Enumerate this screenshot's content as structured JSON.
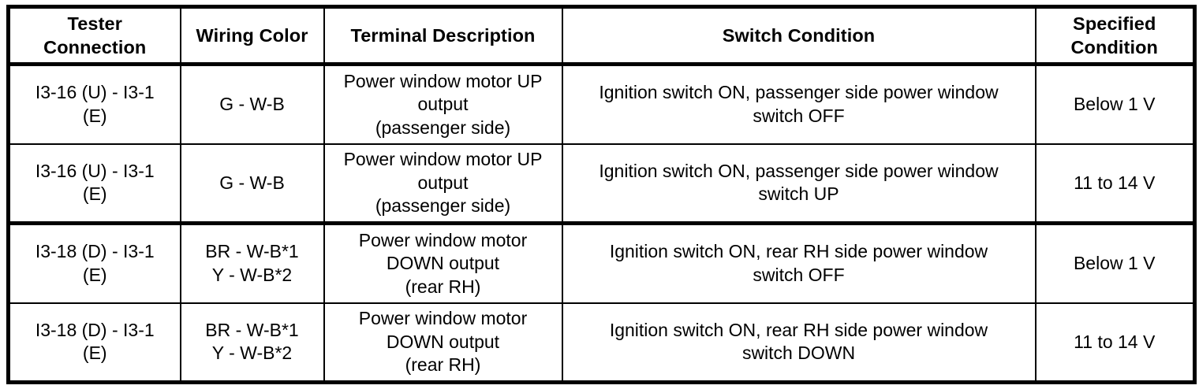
{
  "table": {
    "columns": [
      {
        "id": "tester_connection",
        "label_lines": [
          "Tester",
          "Connection"
        ]
      },
      {
        "id": "wiring_color",
        "label_lines": [
          "Wiring Color"
        ]
      },
      {
        "id": "terminal_description",
        "label_lines": [
          "Terminal Description"
        ]
      },
      {
        "id": "switch_condition",
        "label_lines": [
          "Switch Condition"
        ]
      },
      {
        "id": "specified_condition",
        "label_lines": [
          "Specified",
          "Condition"
        ]
      }
    ],
    "rows": [
      {
        "tester_connection": [
          "I3-16 (U) - I3-1",
          "(E)"
        ],
        "wiring_color": [
          "G - W-B"
        ],
        "terminal_description": [
          "Power window motor UP",
          "output",
          "(passenger side)"
        ],
        "switch_condition": [
          "Ignition switch ON, passenger side power window",
          "switch OFF"
        ],
        "specified_condition": [
          "Below 1 V"
        ],
        "group_end": false
      },
      {
        "tester_connection": [
          "I3-16 (U) - I3-1",
          "(E)"
        ],
        "wiring_color": [
          "G - W-B"
        ],
        "terminal_description": [
          "Power window motor UP",
          "output",
          "(passenger side)"
        ],
        "switch_condition": [
          "Ignition switch ON, passenger side power window",
          "switch UP"
        ],
        "specified_condition": [
          "11 to 14 V"
        ],
        "group_end": true
      },
      {
        "tester_connection": [
          "I3-18 (D) - I3-1",
          "(E)"
        ],
        "wiring_color": [
          "BR - W-B*1",
          "Y - W-B*2"
        ],
        "terminal_description": [
          "Power window motor",
          "DOWN output",
          "(rear RH)"
        ],
        "switch_condition": [
          "Ignition switch ON, rear RH side power window",
          "switch OFF"
        ],
        "specified_condition": [
          "Below 1 V"
        ],
        "group_end": false
      },
      {
        "tester_connection": [
          "I3-18 (D) - I3-1",
          "(E)"
        ],
        "wiring_color": [
          "BR - W-B*1",
          "Y - W-B*2"
        ],
        "terminal_description": [
          "Power window motor",
          "DOWN output",
          "(rear RH)"
        ],
        "switch_condition": [
          "Ignition switch ON, rear RH side power window",
          "switch DOWN"
        ],
        "specified_condition": [
          "11 to 14 V"
        ],
        "group_end": true
      }
    ]
  },
  "colors": {
    "rule": "#000000",
    "text": "#000000",
    "background": "#ffffff"
  }
}
